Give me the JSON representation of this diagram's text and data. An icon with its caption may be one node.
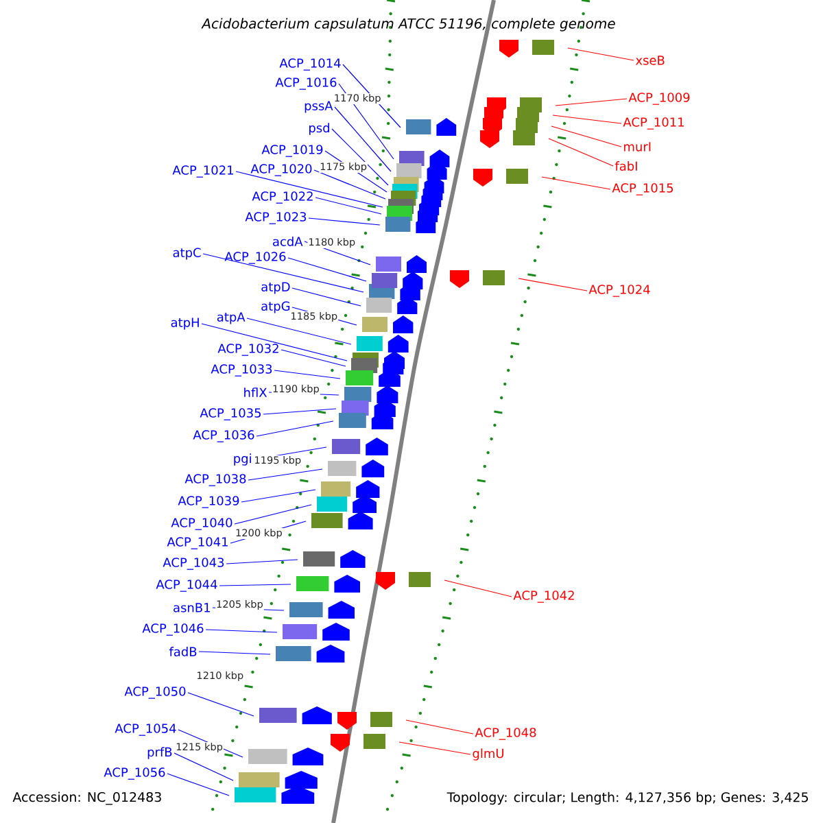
{
  "diagram": {
    "title": "Acidobacterium capsulatum ATCC 51196, complete genome",
    "nodes": [
      {
        "text": [
          "ACP_1014"
        ]
      },
      {
        "text": [
          "ACP_1016"
        ]
      },
      {
        "text": [
          "pssA"
        ]
      },
      {
        "text": [
          "psd"
        ]
      },
      {
        "text": [
          "ACP_1019"
        ]
      },
      {
        "text": [
          "ACP_1020"
        ]
      },
      {
        "text": [
          "ACP_1021"
        ]
      },
      {
        "text": [
          "ACP_1022"
        ]
      },
      {
        "text": [
          "ACP_1023"
        ]
      },
      {
        "text": [
          "acdA"
        ]
      },
      {
        "text": [
          "atpC"
        ]
      },
      {
        "text": [
          "ACP_1026"
        ]
      },
      {
        "text": [
          "atpD"
        ]
      },
      {
        "text": [
          "atpG"
        ]
      },
      {
        "text": [
          "atpA"
        ]
      },
      {
        "text": [
          "atpH"
        ]
      },
      {
        "text": [
          "ACP_1032"
        ]
      },
      {
        "text": [
          "ACP_1033"
        ]
      },
      {
        "text": [
          "hflX"
        ]
      },
      {
        "text": [
          "ACP_1035"
        ]
      },
      {
        "text": [
          "ACP_1036"
        ]
      },
      {
        "text": [
          "pgi"
        ]
      },
      {
        "text": [
          "ACP_1038"
        ]
      },
      {
        "text": [
          "ACP_1039"
        ]
      },
      {
        "text": [
          "ACP_1040"
        ]
      },
      {
        "text": [
          "ACP_1041"
        ]
      },
      {
        "text": [
          "ACP_1043"
        ]
      },
      {
        "text": [
          "ACP_1044"
        ]
      },
      {
        "text": [
          "asnB1"
        ]
      },
      {
        "text": [
          "ACP_1046"
        ]
      },
      {
        "text": [
          "fadB"
        ]
      },
      {
        "text": [
          "ACP_1050"
        ]
      },
      {
        "text": [
          "ACP_1054"
        ]
      },
      {
        "text": [
          "prfB"
        ]
      },
      {
        "text": [
          "ACP_1056"
        ]
      },
      {
        "text": [
          "xseB"
        ]
      },
      {
        "text": [
          "ACP_1009"
        ]
      },
      {
        "text": [
          "ACP_1011"
        ]
      },
      {
        "text": [
          "murI"
        ]
      },
      {
        "text": [
          "fabI"
        ]
      },
      {
        "text": [
          "ACP_1015"
        ]
      },
      {
        "text": [
          "ACP_1024"
        ]
      },
      {
        "text": [
          "ACP_1042"
        ]
      },
      {
        "text": [
          "ACP_1048"
        ]
      },
      {
        "text": [
          "glmU"
        ]
      }
    ],
    "edges": [
      {
        "from": 0,
        "to": null,
        "arrow": "none"
      },
      {
        "from": 1,
        "to": null,
        "arrow": "none"
      },
      {
        "from": 2,
        "to": null,
        "arrow": "none"
      },
      {
        "from": 3,
        "to": null,
        "arrow": "none"
      },
      {
        "from": 4,
        "to": null,
        "arrow": "none"
      },
      {
        "from": 5,
        "to": null,
        "arrow": "none"
      },
      {
        "from": 6,
        "to": null,
        "arrow": "none"
      },
      {
        "from": 7,
        "to": null,
        "arrow": "none"
      },
      {
        "from": 8,
        "to": null,
        "arrow": "none"
      },
      {
        "from": 9,
        "to": null,
        "arrow": "none"
      },
      {
        "from": 10,
        "to": null,
        "arrow": "none"
      },
      {
        "from": 11,
        "to": null,
        "arrow": "none"
      },
      {
        "from": 12,
        "to": null,
        "arrow": "none"
      },
      {
        "from": 13,
        "to": null,
        "arrow": "none"
      },
      {
        "from": 14,
        "to": null,
        "arrow": "none"
      },
      {
        "from": 15,
        "to": null,
        "arrow": "none"
      },
      {
        "from": 16,
        "to": null,
        "arrow": "none"
      },
      {
        "from": 17,
        "to": null,
        "arrow": "none"
      },
      {
        "from": 18,
        "to": null,
        "arrow": "none"
      },
      {
        "from": 19,
        "to": null,
        "arrow": "none"
      },
      {
        "from": 20,
        "to": null,
        "arrow": "none"
      },
      {
        "from": 21,
        "to": null,
        "arrow": "none"
      },
      {
        "from": 22,
        "to": null,
        "arrow": "none"
      },
      {
        "from": 23,
        "to": null,
        "arrow": "none"
      },
      {
        "from": 24,
        "to": null,
        "arrow": "none"
      },
      {
        "from": 25,
        "to": null,
        "arrow": "none"
      },
      {
        "from": 26,
        "to": null,
        "arrow": "none"
      },
      {
        "from": 27,
        "to": null,
        "arrow": "none"
      },
      {
        "from": 28,
        "to": null,
        "arrow": "none"
      },
      {
        "from": 29,
        "to": null,
        "arrow": "none"
      },
      {
        "from": 30,
        "to": null,
        "arrow": "none"
      },
      {
        "from": 31,
        "to": null,
        "arrow": "none"
      },
      {
        "from": 32,
        "to": null,
        "arrow": "none"
      },
      {
        "from": 33,
        "to": null,
        "arrow": "none"
      },
      {
        "from": 34,
        "to": null,
        "arrow": "none"
      },
      {
        "from": 35,
        "to": null,
        "arrow": "none",
        "color": "#ff0000"
      },
      {
        "from": 36,
        "to": null,
        "arrow": "none",
        "color": "#ff0000"
      },
      {
        "from": 37,
        "to": null,
        "arrow": "none",
        "color": "#ff0000"
      },
      {
        "from": 38,
        "to": null,
        "arrow": "none",
        "color": "#ff0000"
      },
      {
        "from": 39,
        "to": null,
        "arrow": "none",
        "color": "#ff0000"
      },
      {
        "from": 40,
        "to": null,
        "arrow": "none",
        "color": "#ff0000"
      },
      {
        "from": 41,
        "to": null,
        "arrow": "none",
        "color": "#ff0000"
      },
      {
        "from": 42,
        "to": null,
        "arrow": "none",
        "color": "#ff0000"
      },
      {
        "from": 43,
        "to": null,
        "arrow": "none",
        "color": "#ff0000"
      },
      {
        "from": 44,
        "to": null,
        "arrow": "none",
        "color": "#ff0000"
      }
    ],
    "labels": [
      "1170 kbp",
      "1175 kbp",
      "1180 kbp",
      "1185 kbp",
      "1190 kbp",
      "1195 kbp",
      "1200 kbp",
      "1205 kbp",
      "1210 kbp",
      "1215 kbp",
      "Accession: NC_012483",
      "Topology: circular; Length: 4,127,356 bp; Genes: 3,425"
    ]
  }
}
